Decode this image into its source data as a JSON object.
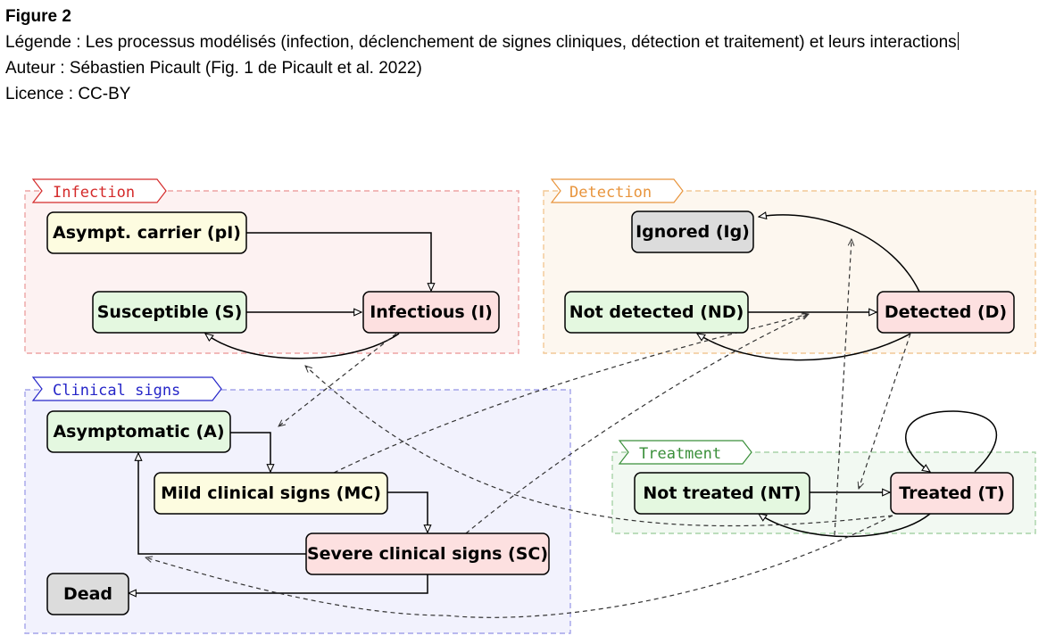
{
  "caption": {
    "title": "Figure 2",
    "legend": "Légende :  Les processus modélisés (infection, déclenchement de signes cliniques, détection et traitement) et leurs interactions",
    "author": "Auteur : Sébastien Picault (Fig. 1 de Picault et al. 2022)",
    "license": "Licence : CC-BY"
  },
  "colors": {
    "infection": "#d42a2a",
    "detection": "#e8943c",
    "clinical": "#2525c8",
    "treatment": "#3a8f3a",
    "node_yellow": "#fdfce0",
    "node_green": "#e4f8e0",
    "node_pink": "#fde0e0",
    "node_grey": "#dcdcdc"
  },
  "groups": {
    "infection": "Infection",
    "detection": "Detection",
    "clinical": "Clinical signs",
    "treatment": "Treatment"
  },
  "nodes": {
    "pI": "Asympt. carrier (pI)",
    "S": "Susceptible (S)",
    "I": "Infectious (I)",
    "Ig": "Ignored (Ig)",
    "ND": "Not detected (ND)",
    "D": "Detected (D)",
    "A": "Asymptomatic (A)",
    "MC": "Mild clinical signs (MC)",
    "SC": "Severe clinical signs (SC)",
    "Dead": "Dead",
    "NT": "Not treated (NT)",
    "T": "Treated (T)"
  }
}
